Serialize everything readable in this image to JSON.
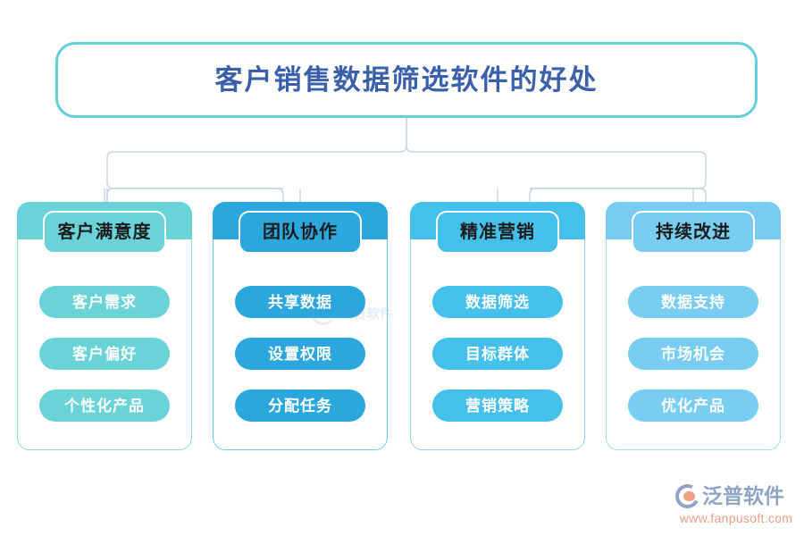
{
  "title": {
    "text": "客户销售数据筛选软件的好处",
    "text_color": "#3a5fab",
    "border_color": "#62d0d8"
  },
  "columns": [
    {
      "header": "客户满意度",
      "color": "#6ad3d8",
      "border_color": "#84dde1",
      "items": [
        "客户需求",
        "客户偏好",
        "个性化产品"
      ]
    },
    {
      "header": "团队协作",
      "color": "#2ba7dd",
      "border_color": "#6ec9ea",
      "items": [
        "共享数据",
        "设置权限",
        "分配任务"
      ]
    },
    {
      "header": "精准营销",
      "color": "#45c0ea",
      "border_color": "#8ad8f1",
      "items": [
        "数据筛选",
        "目标群体",
        "营销策略"
      ]
    },
    {
      "header": "持续改进",
      "color": "#79cdf0",
      "border_color": "#9edcf4",
      "items": [
        "数据支持",
        "市场机会",
        "优化产品"
      ]
    }
  ],
  "connector": {
    "color": "#c5d4e2"
  },
  "brand": {
    "name": "泛普软件",
    "url": "www.fanpusoft.com",
    "name_color": "#8fa4c4",
    "url_color": "#e9a089"
  },
  "watermark": {
    "text": "泛普软件"
  }
}
